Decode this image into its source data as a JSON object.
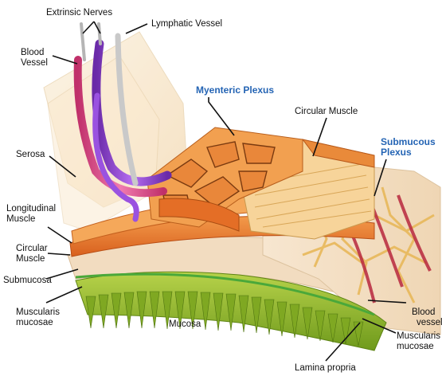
{
  "labels": {
    "extrinsic_nerves": "Extrinsic Nerves",
    "lymphatic_vessel": "Lymphatic Vessel",
    "blood_vessel_left": [
      "Blood",
      "Vessel"
    ],
    "myenteric_plexus": "Myenteric Plexus",
    "circular_muscle_top": "Circular Muscle",
    "submucous_plexus": [
      "Submucous",
      "Plexus"
    ],
    "serosa": "Serosa",
    "longitudinal_muscle": [
      "Longitudinal",
      "Muscle"
    ],
    "circular_muscle_left": [
      "Circular",
      "Muscle"
    ],
    "submucosa": "Submucosa",
    "muscularis_mucosae_left": [
      "Muscularis",
      "mucosae"
    ],
    "mucosa": "Mucosa",
    "blood_vessel_right": [
      "Blood",
      "vessel"
    ],
    "muscularis_mucosae_right": [
      "Muscularis",
      "mucosae"
    ],
    "lamina_propria": "Lamina propria"
  },
  "colors": {
    "label_blue": "#2464b4",
    "muscle_orange": "#e8742a",
    "mucosa_green": "#8fb52a",
    "vessel_purple": "#8a3fd0"
  }
}
